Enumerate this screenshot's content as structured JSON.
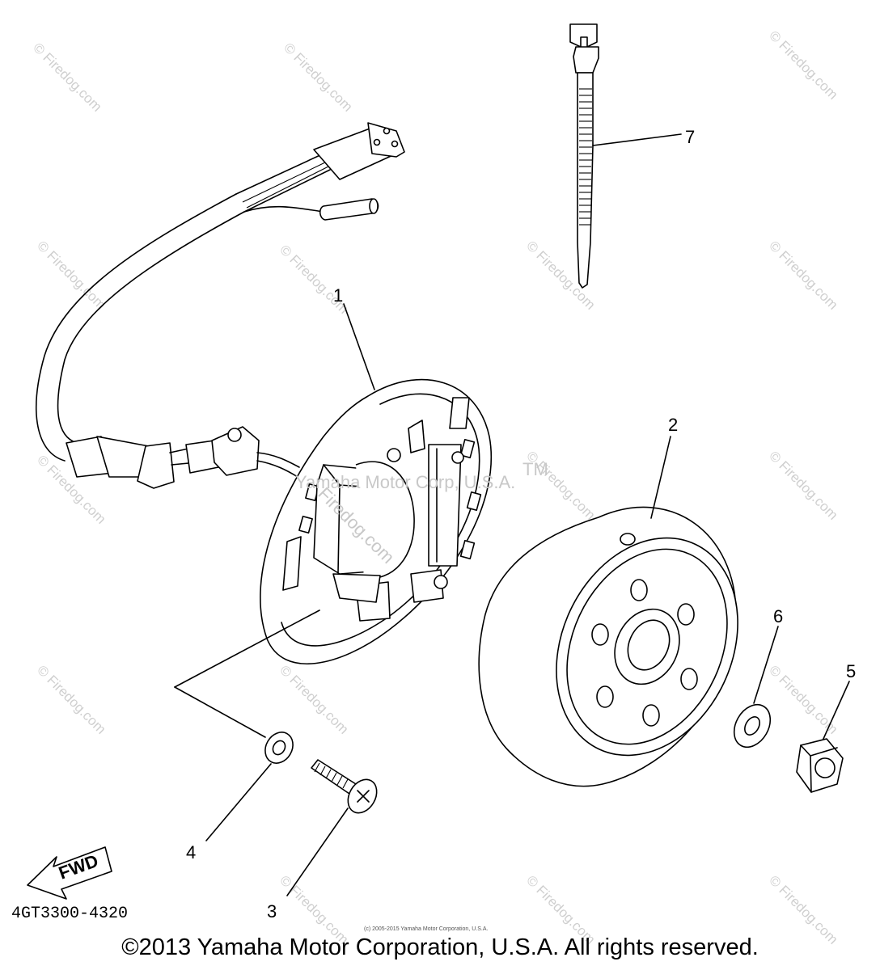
{
  "diagram": {
    "callouts": [
      {
        "id": "1",
        "label": "1"
      },
      {
        "id": "2",
        "label": "2"
      },
      {
        "id": "3",
        "label": "3"
      },
      {
        "id": "4",
        "label": "4"
      },
      {
        "id": "5",
        "label": "5"
      },
      {
        "id": "6",
        "label": "6"
      },
      {
        "id": "7",
        "label": "7"
      }
    ],
    "part_code": "4GT3300-4320",
    "fwd_label": "FWD",
    "center_watermark": "Yamaha Motor Corp, U.S.A.",
    "center_watermark_tm": "TM",
    "center_watermark_site": "Firedog.com",
    "watermark_text": "© Firedog.com",
    "tiny_notice": "(c) 2005-2015 Yamaha Motor Corporation, U.S.A.",
    "copyright": "©2013 Yamaha Motor Corporation, U.S.A. All rights reserved."
  }
}
